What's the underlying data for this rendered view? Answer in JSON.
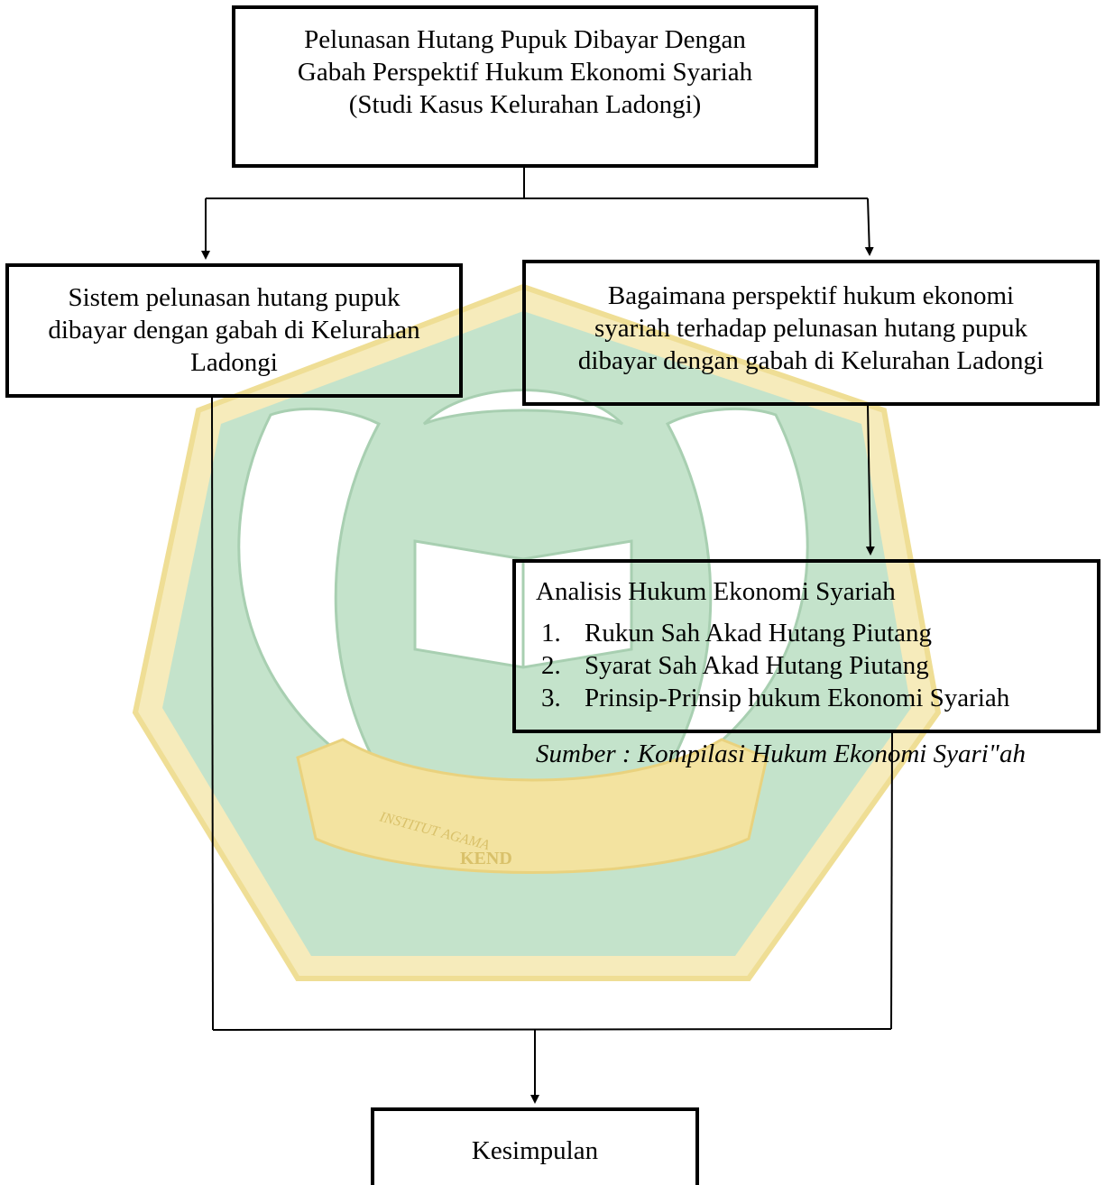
{
  "title_box": {
    "lines": [
      "Pelunasan Hutang Pupuk Dibayar Dengan",
      "Gabah Perspektif Hukum Ekonomi Syariah",
      "(Studi Kasus Kelurahan Ladongi)"
    ]
  },
  "left_box": {
    "lines": [
      "Sistem pelunasan hutang pupuk",
      "dibayar dengan gabah di Kelurahan",
      "Ladongi"
    ]
  },
  "right_box": {
    "lines": [
      "Bagaimana perspektif hukum ekonomi",
      "syariah terhadap pelunasan hutang pupuk",
      "dibayar dengan gabah di Kelurahan Ladongi"
    ]
  },
  "analysis_box": {
    "heading": "Analisis Hukum Ekonomi Syariah",
    "items": [
      {
        "number": "1.",
        "text": "Rukun Sah Akad Hutang Piutang"
      },
      {
        "number": "2.",
        "text": "Syarat Sah Akad Hutang Piutang"
      },
      {
        "number": "3.",
        "text": "Prinsip-Prinsip hukum Ekonomi Syariah"
      }
    ],
    "source": "Sumber : Kompilasi Hukum Ekonomi Syari\"ah"
  },
  "conclusion_box": {
    "label": "Kesimpulan"
  },
  "watermark": {
    "text_arc": "INSTITUT AGAMA",
    "text_bottom": "KEND",
    "colors": {
      "green": "#bfe0c6",
      "gold": "#f4e6a6",
      "gold_dark": "#ead27a"
    }
  },
  "colors": {
    "line": "#000000",
    "background": "#ffffff"
  }
}
